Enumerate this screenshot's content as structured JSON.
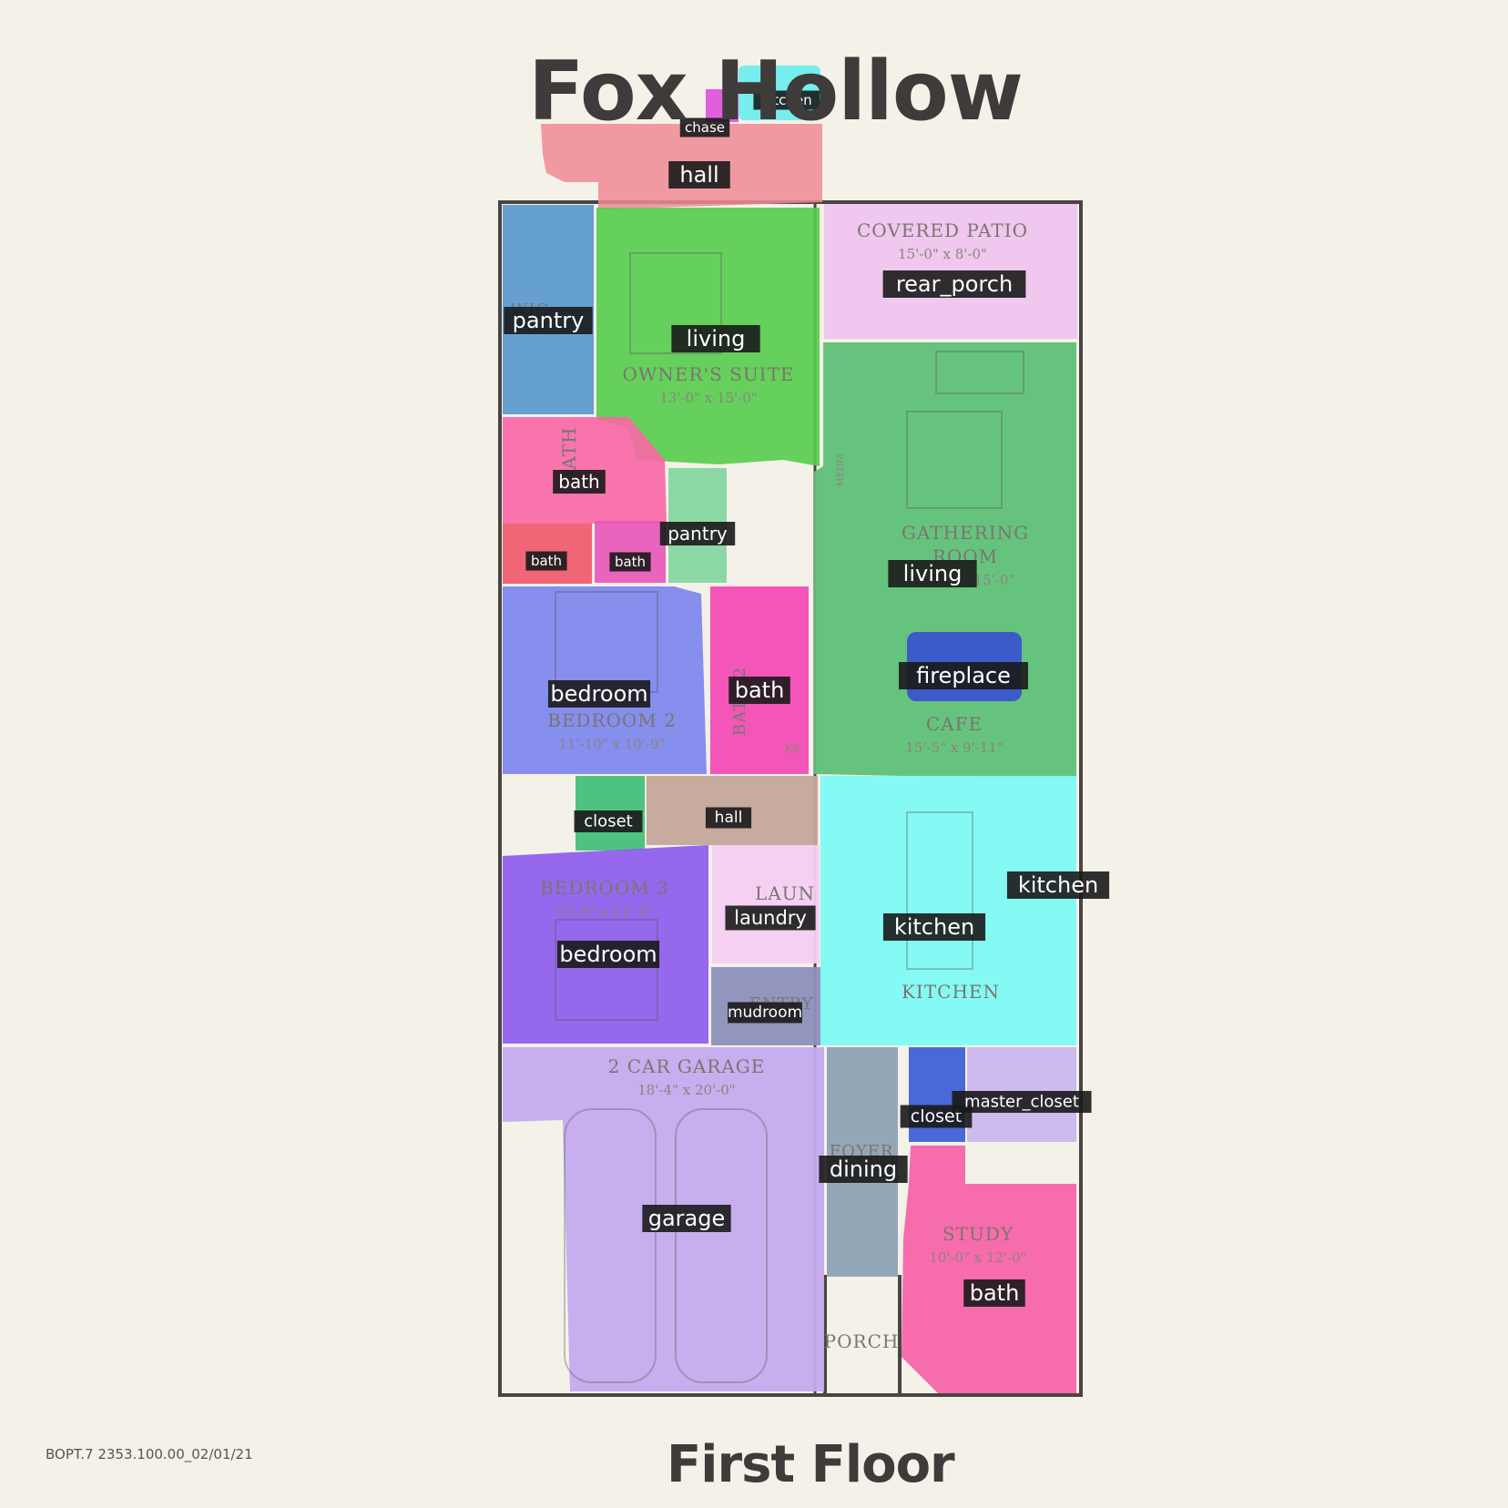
{
  "title": "Fox Hollow",
  "subtitle": "First Floor",
  "plan_code": "BOPT.7  2353.100.00_02/01/21",
  "plan_text": [
    {
      "id": "covered-patio-name",
      "text": "COVERED PATIO"
    },
    {
      "id": "covered-patio-dim",
      "text": "15'-0\" x 8'-0\""
    },
    {
      "id": "owners-suite-name",
      "text": "OWNER'S SUITE"
    },
    {
      "id": "owners-suite-dim",
      "text": "13'-0\" x 15'-0\""
    },
    {
      "id": "gathering-room-name-1",
      "text": "GATHERING"
    },
    {
      "id": "gathering-room-name-2",
      "text": "ROOM"
    },
    {
      "id": "gathering-room-dim",
      "text": "15'-0\""
    },
    {
      "id": "cafe-name",
      "text": "CAFE"
    },
    {
      "id": "cafe-dim",
      "text": "15'-5\" x 9'-11\""
    },
    {
      "id": "bedroom2-name",
      "text": "BEDROOM 2"
    },
    {
      "id": "bedroom2-dim",
      "text": "11'-10\" x 10'-9\""
    },
    {
      "id": "bedroom3-name",
      "text": "BEDROOM 3"
    },
    {
      "id": "bedroom3-dim",
      "text": "11'-9\" x 11'-0\""
    },
    {
      "id": "kitchen-name",
      "text": "KITCHEN"
    },
    {
      "id": "laundry-name",
      "text": "LAUN"
    },
    {
      "id": "entry-name",
      "text": "ENTRY"
    },
    {
      "id": "garage-name",
      "text": "2 CAR GARAGE"
    },
    {
      "id": "garage-dim",
      "text": "18'-4\" x 20'-0\""
    },
    {
      "id": "foyer-name",
      "text": "FOYER"
    },
    {
      "id": "study-name",
      "text": "STUDY"
    },
    {
      "id": "study-dim",
      "text": "10'-0\" x 12'-0\""
    },
    {
      "id": "porch-name",
      "text": "PORCH"
    },
    {
      "id": "bath-vertical",
      "text": "BATH"
    },
    {
      "id": "bath2-vertical",
      "text": "BATH 2"
    },
    {
      "id": "wic-text",
      "text": "WIC"
    },
    {
      "id": "ks-text",
      "text": "KS"
    },
    {
      "id": "media-text",
      "text": "MEDIA"
    }
  ],
  "segments": [
    {
      "id": "hall-top",
      "label": "hall",
      "color": "#f08a94"
    },
    {
      "id": "chase",
      "label": "chase",
      "color": "#dd44dd"
    },
    {
      "id": "kitchen-top",
      "label": "kitchen",
      "color": "#55eeee"
    },
    {
      "id": "pantry-wic",
      "label": "pantry",
      "color": "#4c92cc"
    },
    {
      "id": "living-owner",
      "label": "living",
      "color": "#56cc4c"
    },
    {
      "id": "rear-porch",
      "label": "rear_porch",
      "color": "#f0c2f0"
    },
    {
      "id": "bath-owner",
      "label": "bath",
      "color": "#f966a6"
    },
    {
      "id": "bath-tub",
      "label": "bath",
      "color": "#f0566a"
    },
    {
      "id": "bath-shower",
      "label": "bath",
      "color": "#e854b8"
    },
    {
      "id": "pantry-small",
      "label": "pantry",
      "color": "#86d6a0"
    },
    {
      "id": "living-gathering",
      "label": "living",
      "color": "#5ec078"
    },
    {
      "id": "fireplace",
      "label": "fireplace",
      "color": "#3b55cc"
    },
    {
      "id": "bedroom2",
      "label": "bedroom",
      "color": "#8088ee"
    },
    {
      "id": "bath2",
      "label": "bath",
      "color": "#f24cb6"
    },
    {
      "id": "closet-mid",
      "label": "closet",
      "color": "#44c07a"
    },
    {
      "id": "hall-mid",
      "label": "hall",
      "color": "#c4a69a"
    },
    {
      "id": "kitchen-main",
      "label": "kitchen",
      "color": "#7efaf4"
    },
    {
      "id": "bedroom3",
      "label": "bedroom",
      "color": "#9060ee"
    },
    {
      "id": "laundry",
      "label": "laundry",
      "color": "#f6cdf2"
    },
    {
      "id": "mudroom",
      "label": "mudroom",
      "color": "#8c90bc"
    },
    {
      "id": "garage",
      "label": "garage",
      "color": "#c4aaee"
    },
    {
      "id": "dining-foyer",
      "label": "dining",
      "color": "#8ea2b6"
    },
    {
      "id": "closet-foyer",
      "label": "closet",
      "color": "#4060d6"
    },
    {
      "id": "master-closet",
      "label": "master_closet",
      "color": "#cab6ee"
    },
    {
      "id": "bath-study",
      "label": "bath",
      "color": "#f764aa"
    }
  ],
  "colors": {
    "background": "#f4f1e9",
    "wall": "#4a4542",
    "label_bg": "#1a1a1a",
    "label_text": "#ffffff"
  }
}
